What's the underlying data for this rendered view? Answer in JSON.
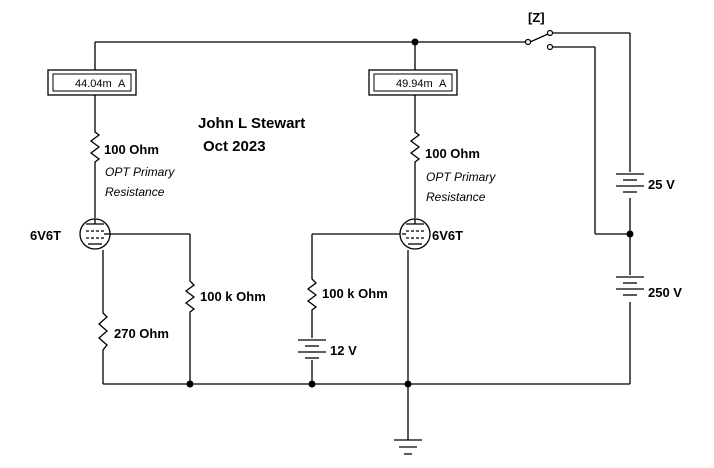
{
  "author": "John L Stewart",
  "date": "Oct 2023",
  "switch_key": "[Z]",
  "left_stage": {
    "ammeter_reading": "44.04m",
    "ammeter_unit": "A",
    "plate_resistor": "100  Ohm",
    "opt_label_1": "OPT Primary",
    "opt_label_2": "Resistance",
    "tube": "6V6T",
    "grid_resistor": "100 k Ohm",
    "cathode_resistor": "270  Ohm"
  },
  "right_stage": {
    "ammeter_reading": "49.94m",
    "ammeter_unit": "A",
    "plate_resistor": "100  Ohm",
    "opt_label_1": "OPT Primary",
    "opt_label_2": "Resistance",
    "tube": "6V6T",
    "grid_resistor": "100 k Ohm",
    "bias_battery": "12 V"
  },
  "supply": {
    "battery_upper": "25 V",
    "battery_lower": "250 V"
  }
}
